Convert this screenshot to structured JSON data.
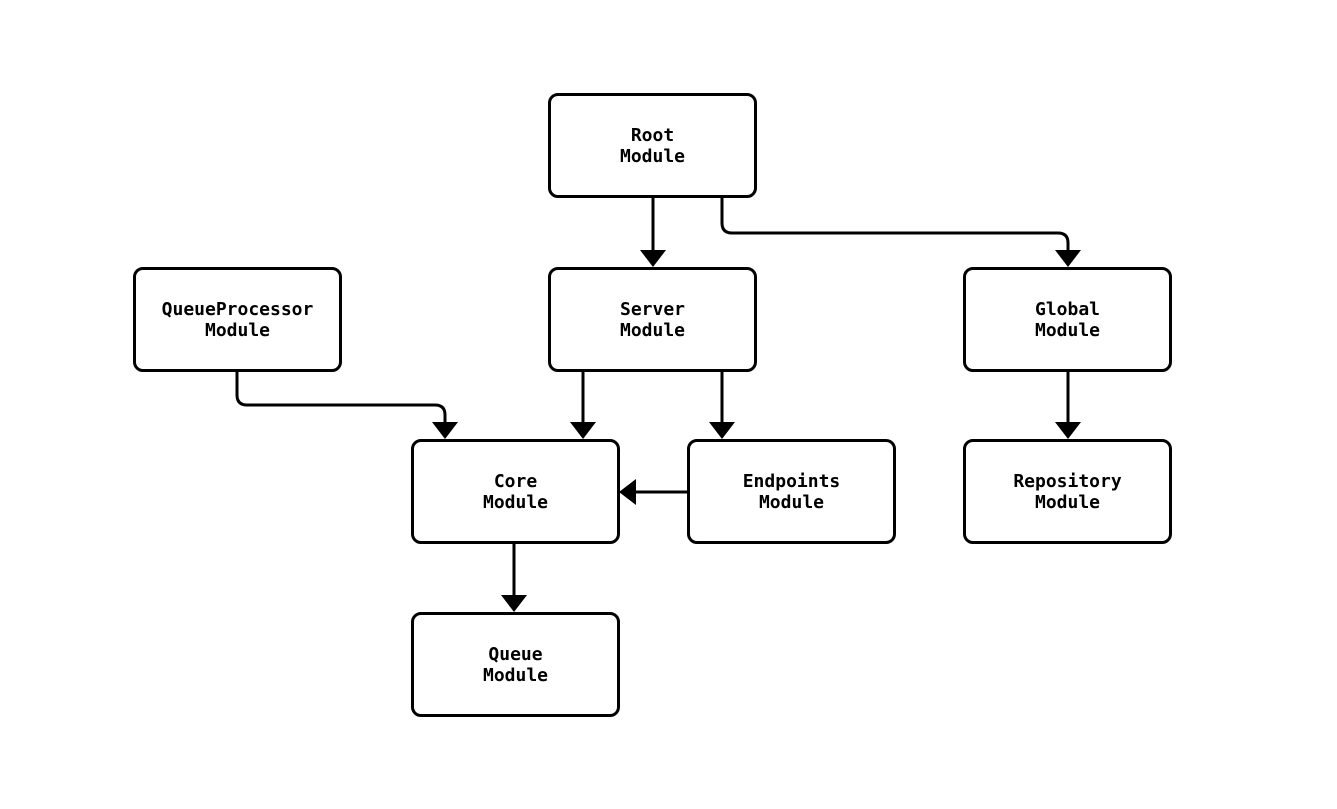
{
  "diagram": {
    "type": "flowchart",
    "nodes": {
      "root": {
        "lines": [
          "Root",
          "Module"
        ]
      },
      "queue_processor": {
        "lines": [
          "QueueProcessor",
          "Module"
        ]
      },
      "server": {
        "lines": [
          "Server",
          "Module"
        ]
      },
      "global": {
        "lines": [
          "Global",
          "Module"
        ]
      },
      "core": {
        "lines": [
          "Core",
          "Module"
        ]
      },
      "endpoints": {
        "lines": [
          "Endpoints",
          "Module"
        ]
      },
      "repository": {
        "lines": [
          "Repository",
          "Module"
        ]
      },
      "queue": {
        "lines": [
          "Queue",
          "Module"
        ]
      }
    },
    "edges": [
      {
        "from": "Root Module",
        "to": "Server Module"
      },
      {
        "from": "Root Module",
        "to": "Global Module"
      },
      {
        "from": "QueueProcessor Module",
        "to": "Core Module"
      },
      {
        "from": "Server Module",
        "to": "Core Module"
      },
      {
        "from": "Server Module",
        "to": "Endpoints Module"
      },
      {
        "from": "Global Module",
        "to": "Repository Module"
      },
      {
        "from": "Endpoints Module",
        "to": "Core Module"
      },
      {
        "from": "Core Module",
        "to": "Queue Module"
      }
    ]
  },
  "colors": {
    "background": "#ffffff",
    "node_fill": "#ffffff",
    "node_border": "#000000",
    "edge": "#000000",
    "text": "#000000"
  }
}
